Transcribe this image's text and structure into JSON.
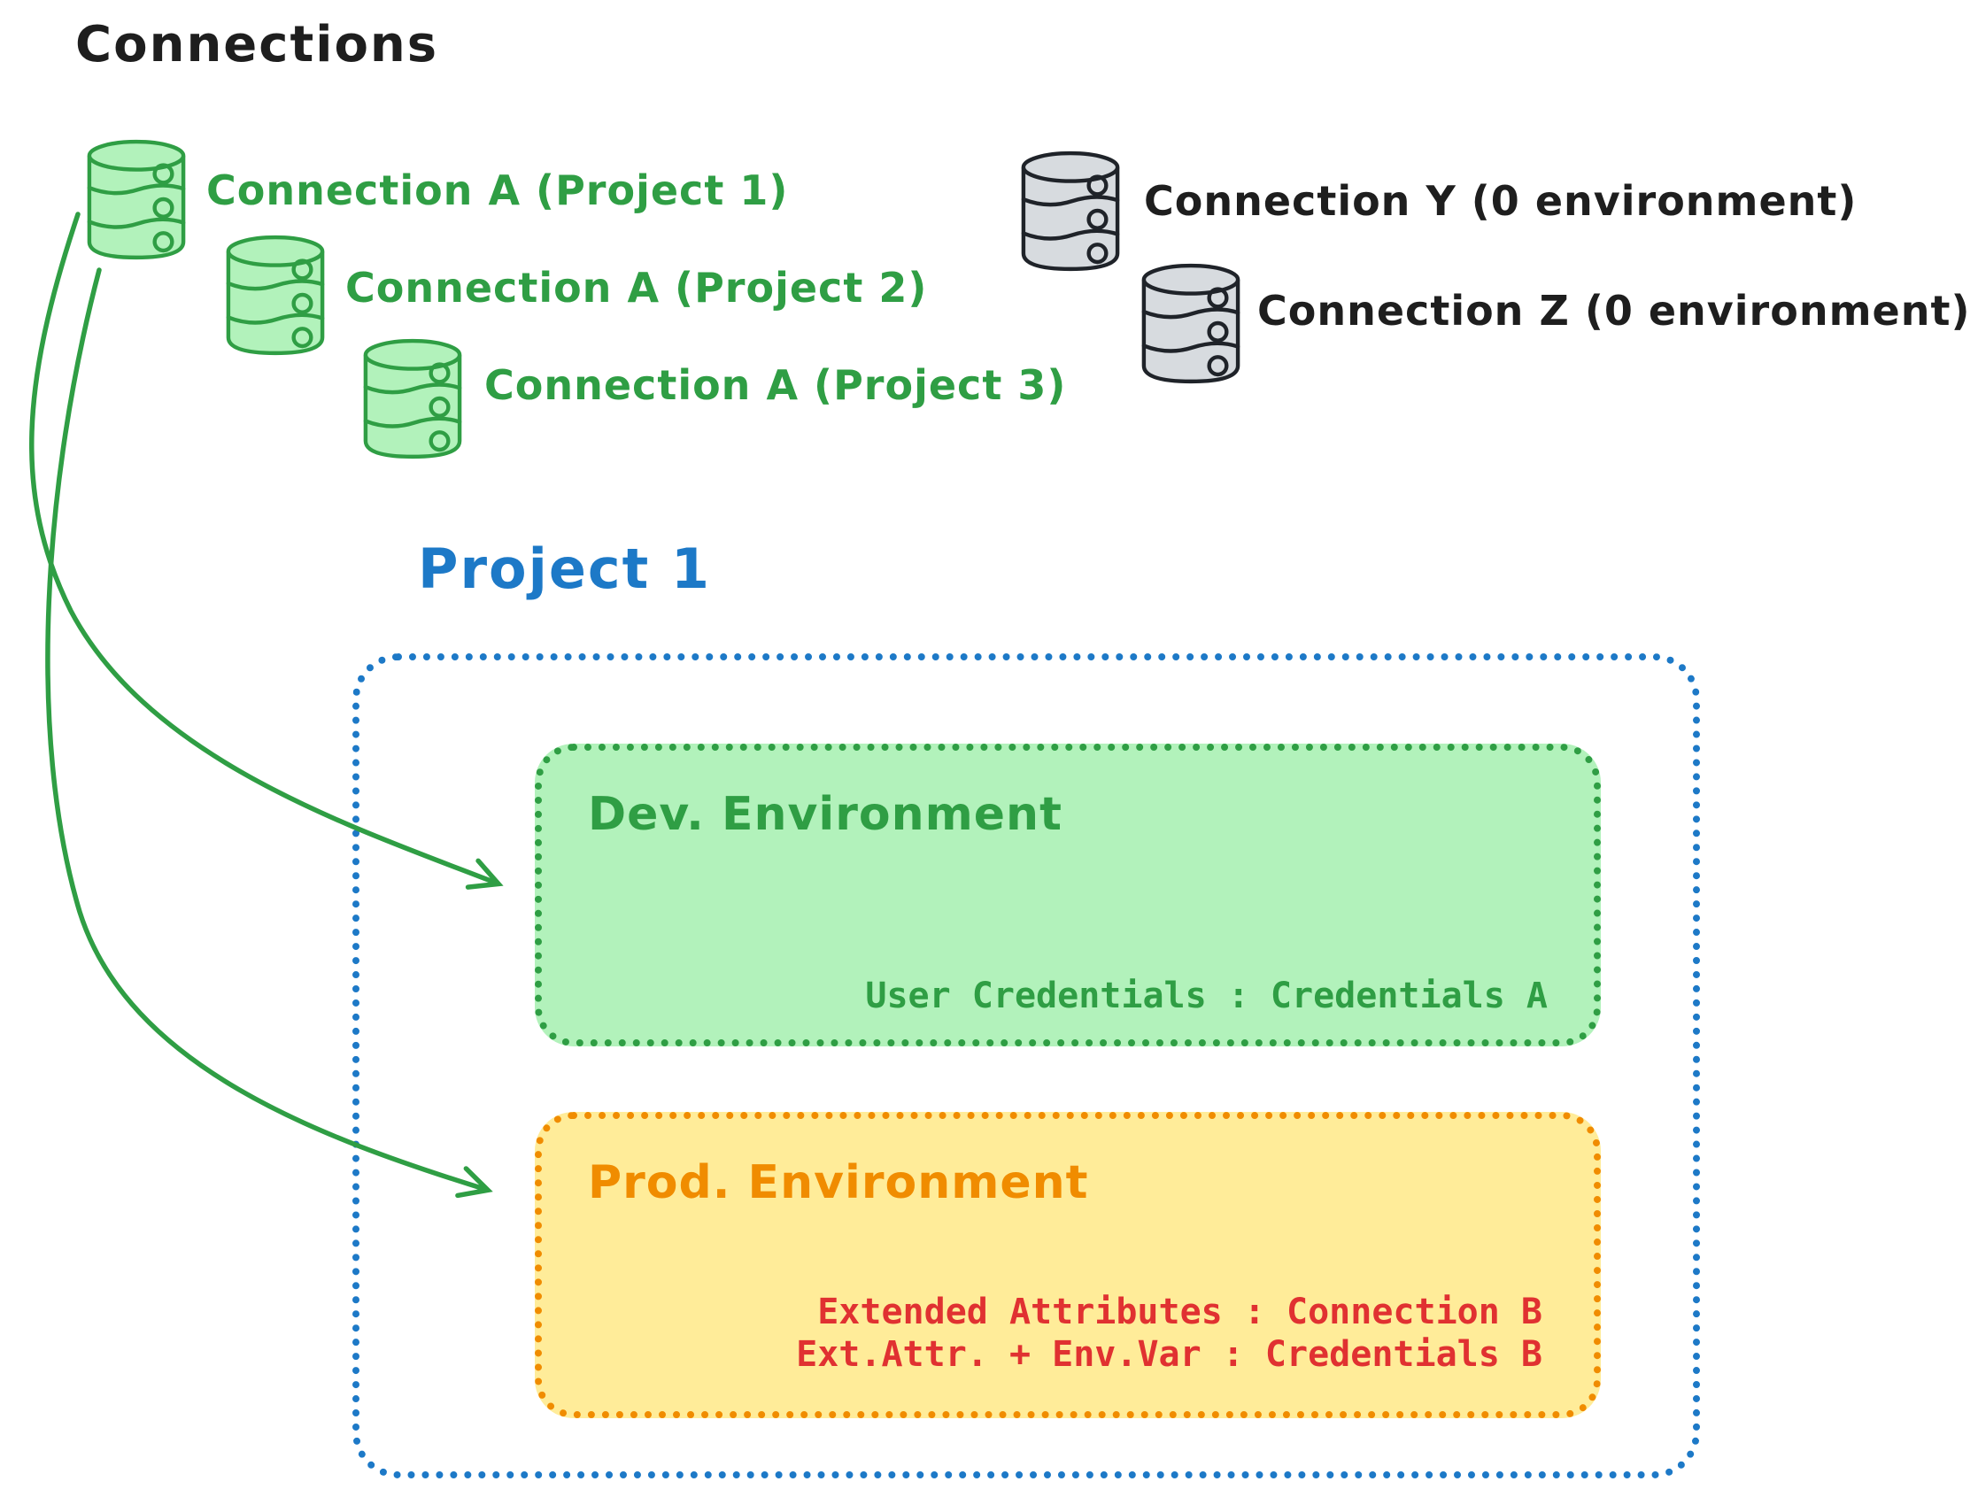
{
  "page": {
    "title": "Connections"
  },
  "colors": {
    "ink": "#1e1e1e",
    "green": "#2f9e44",
    "green_fill": "#b2f2bb",
    "blue": "#1d79c7",
    "orange": "#f08c00",
    "yellow_fill": "#ffec99",
    "red": "#e03131",
    "gray_fill": "#d7dbdf"
  },
  "green_connections": [
    {
      "label": "Connection A (Project 1)"
    },
    {
      "label": "Connection A (Project 2)"
    },
    {
      "label": "Connection A (Project 3)"
    }
  ],
  "gray_connections": [
    {
      "label": "Connection Y (0 environment)"
    },
    {
      "label": "Connection Z (0 environment)"
    }
  ],
  "project": {
    "title": "Project 1",
    "dev_environment": {
      "title": "Dev. Environment",
      "mapping": "User Credentials : Credentials A"
    },
    "prod_environment": {
      "title": "Prod. Environment",
      "mapping_line1": "Extended Attributes : Connection B",
      "mapping_line2": "Ext.Attr. + Env.Var : Credentials B"
    }
  }
}
